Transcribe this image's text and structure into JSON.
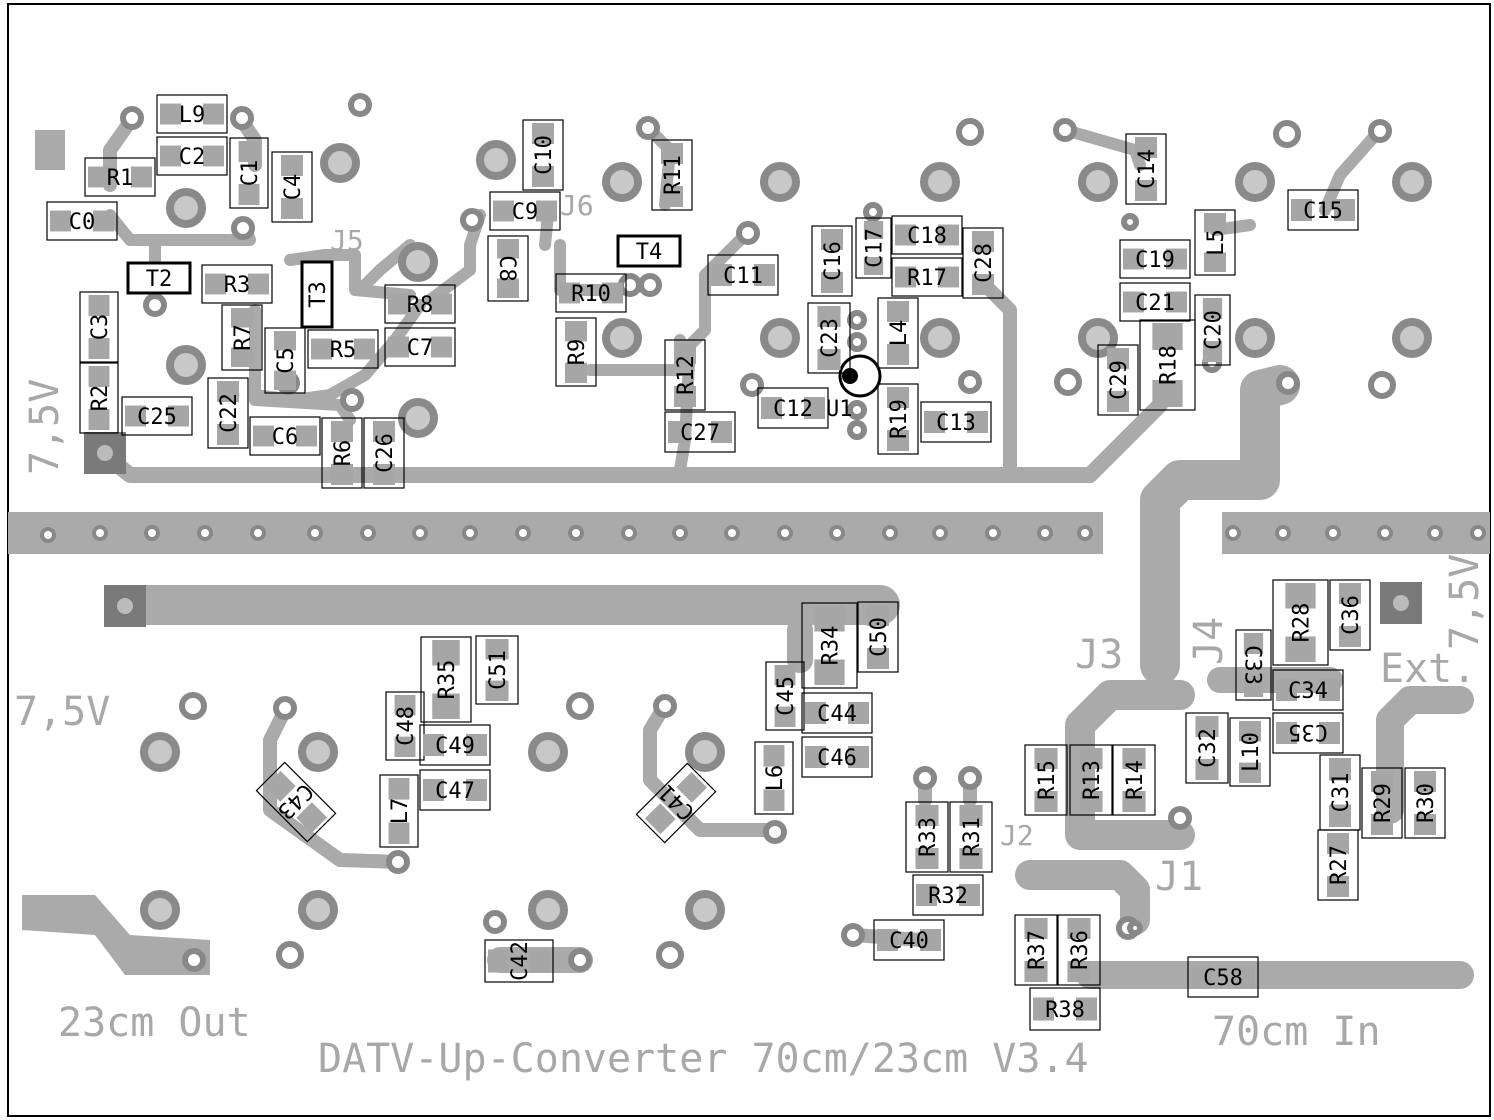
{
  "board": {
    "title": "DATV-Up-Converter 70cm/23cm V3.4",
    "colors": {
      "trace": "#aaaaaa",
      "pad": "#a6a6a6",
      "via": "#888888",
      "outline": "#000000",
      "silk": "#a8a8a8"
    }
  },
  "labels": {
    "out23": "23cm Out",
    "in70": "70cm In",
    "v75_left": "7,5V",
    "v75_top": "7,5V",
    "v75_right": "7,5V",
    "ext": "Ext.",
    "j1": "J1",
    "j2": "J2",
    "j3": "J3",
    "j4": "J4",
    "j5": "J5",
    "j6": "J6"
  },
  "components": {
    "L9": "L9",
    "C2": "C2",
    "R1": "R1",
    "C1": "C1",
    "C4": "C4",
    "C0": "C0",
    "T2": "T2",
    "R3": "R3",
    "T3": "T3",
    "C3": "C3",
    "R7": "R7",
    "C5": "C5",
    "R5": "R5",
    "R8": "R8",
    "C7": "C7",
    "R2": "R2",
    "C25": "C25",
    "C22": "C22",
    "C6": "C6",
    "R6": "R6",
    "C26": "C26",
    "C10": "C10",
    "C9": "C9",
    "C8": "C8",
    "R11": "R11",
    "T4": "T4",
    "R10": "R10",
    "R9": "R9",
    "R12": "R12",
    "C27": "C27",
    "C11": "C11",
    "C16": "C16",
    "C17": "C17",
    "C18": "C18",
    "R17": "R17",
    "C28": "C28",
    "C23": "C23",
    "L4": "L4",
    "U1": "U1",
    "C12": "C12",
    "R19": "R19",
    "C13": "C13",
    "C14": "C14",
    "C15": "C15",
    "L5": "L5",
    "C19": "C19",
    "C21": "C21",
    "C20": "C20",
    "C29": "C29",
    "R18": "R18",
    "R35": "R35",
    "C51": "C51",
    "C48": "C48",
    "C49": "C49",
    "C47": "C47",
    "L7": "L7",
    "C43": "C43",
    "C42": "C42",
    "R34": "R34",
    "C50": "C50",
    "C45": "C45",
    "C44": "C44",
    "C46": "C46",
    "L6": "L6",
    "C41": "C41",
    "R28": "R28",
    "C36": "C36",
    "C33": "C33",
    "C34": "C34",
    "C35": "C35",
    "C32": "C32",
    "L10": "L10",
    "C31": "C31",
    "R29": "R29",
    "R30": "R30",
    "R27": "R27",
    "R15": "R15",
    "R13": "R13",
    "R14": "R14",
    "R33": "R33",
    "R31": "R31",
    "R32": "R32",
    "C40": "C40",
    "R37": "R37",
    "R36": "R36",
    "R38": "R38",
    "C58": "C58"
  }
}
